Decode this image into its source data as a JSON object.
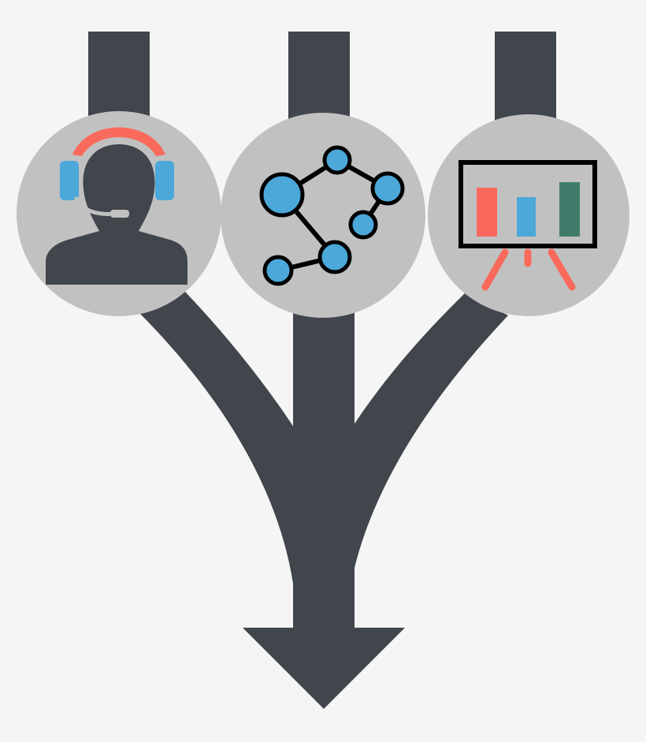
{
  "diagram": {
    "type": "merge-flow",
    "nodes": [
      {
        "id": "support",
        "icon": "customer-support-headset-icon"
      },
      {
        "id": "network",
        "icon": "connected-nodes-graph-icon"
      },
      {
        "id": "presentation",
        "icon": "bar-chart-presentation-board-icon"
      }
    ],
    "output_icon": "down-arrow-icon"
  },
  "colors": {
    "background": "#f5f5f5",
    "flow": "#41464d",
    "circle": "#c1c1c1",
    "accent_red": "#fa6a5c",
    "accent_blue": "#4ba8d9",
    "accent_green": "#3f7c6c",
    "outline": "#000000"
  }
}
